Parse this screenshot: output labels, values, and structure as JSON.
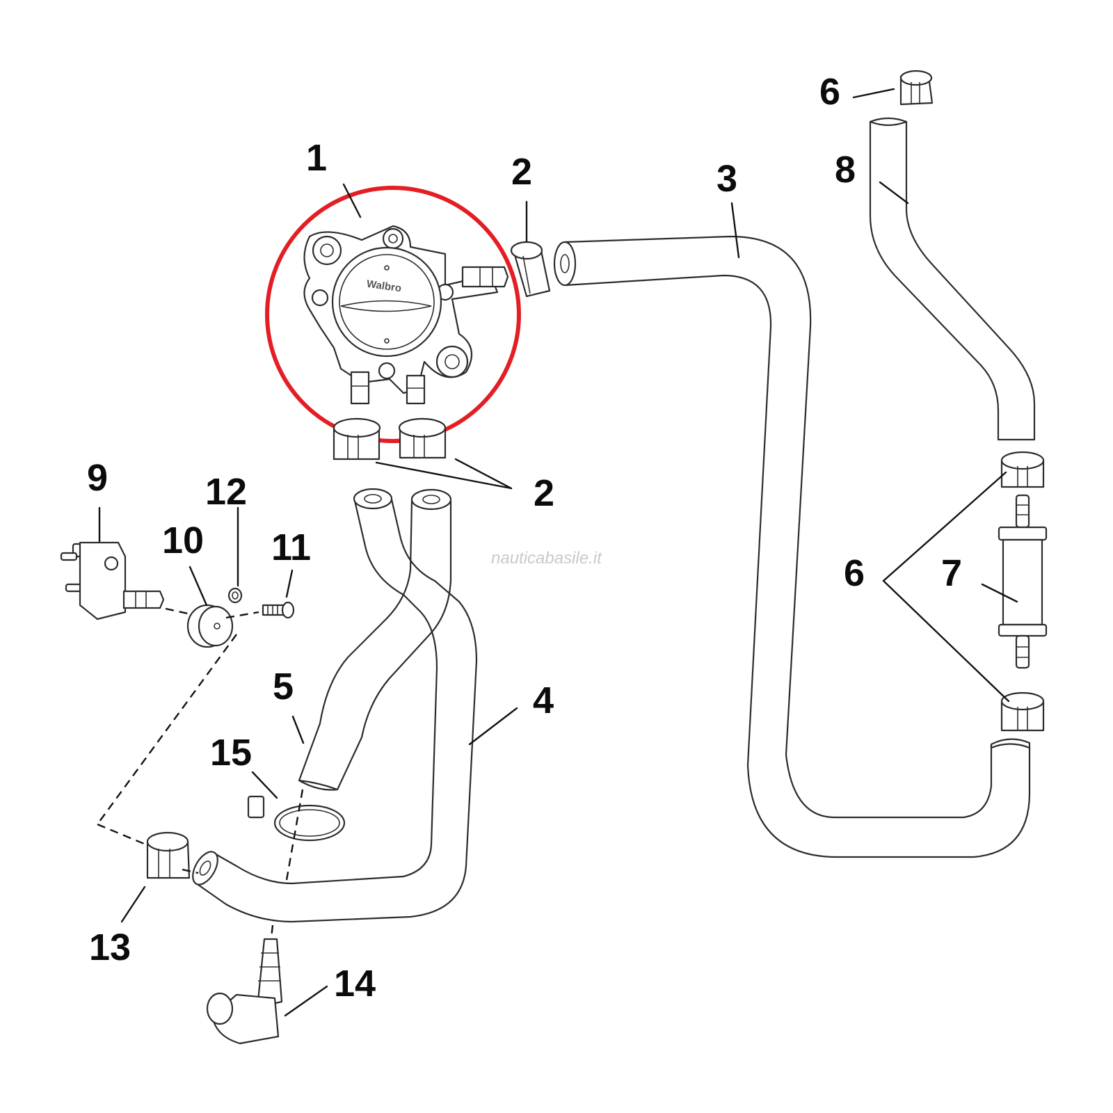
{
  "diagram": {
    "watermark": "nauticabasile.it",
    "pump_brand": "Walbro",
    "highlight_color": "#e31e24",
    "line_color": "#2b2b2b",
    "callouts": {
      "c1": "1",
      "c2_top": "2",
      "c2_bottom": "2",
      "c3": "3",
      "c4": "4",
      "c5": "5",
      "c6_top": "6",
      "c6_mid": "6",
      "c7": "7",
      "c8": "8",
      "c9": "9",
      "c10": "10",
      "c11": "11",
      "c12": "12",
      "c13": "13",
      "c14": "14",
      "c15": "15"
    }
  }
}
